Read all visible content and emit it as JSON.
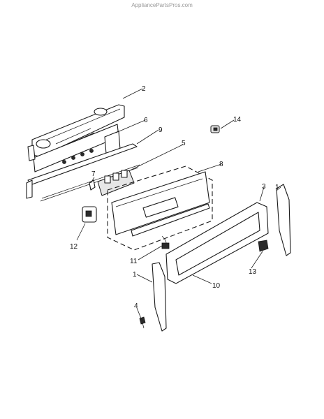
{
  "watermark": "AppliancePartsPros.com",
  "callouts": {
    "c1_left": "1",
    "c1_right": "1",
    "c2": "2",
    "c3": "3",
    "c4": "4",
    "c5": "5",
    "c6": "6",
    "c7": "7",
    "c8": "8",
    "c9": "9",
    "c10": "10",
    "c11": "11",
    "c12": "12",
    "c13": "13",
    "c14": "14"
  }
}
